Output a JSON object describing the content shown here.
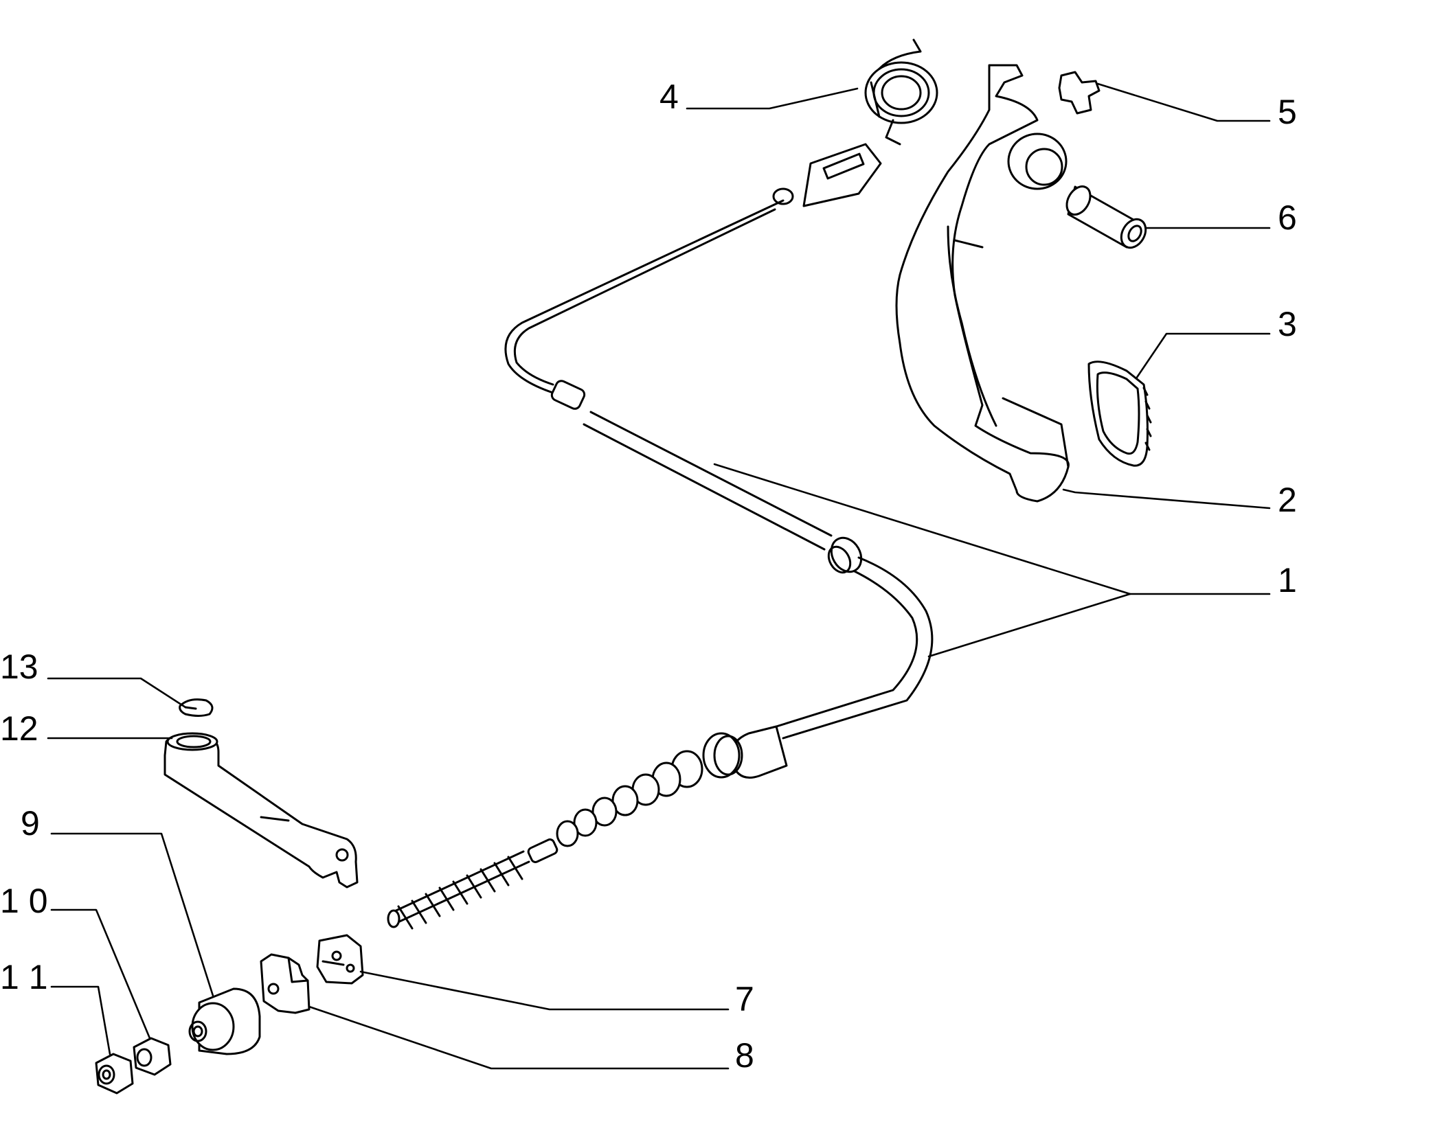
{
  "diagram": {
    "colors": {
      "line": "#000000",
      "background": "#ffffff"
    },
    "callouts": [
      {
        "id": "1",
        "label": "1"
      },
      {
        "id": "2",
        "label": "2"
      },
      {
        "id": "3",
        "label": "3"
      },
      {
        "id": "4",
        "label": "4"
      },
      {
        "id": "5",
        "label": "5"
      },
      {
        "id": "6",
        "label": "6"
      },
      {
        "id": "7",
        "label": "7"
      },
      {
        "id": "8",
        "label": "8"
      },
      {
        "id": "9",
        "label": "9"
      },
      {
        "id": "10",
        "label": "1 0"
      },
      {
        "id": "11",
        "label": "1 1"
      },
      {
        "id": "12",
        "label": "12"
      },
      {
        "id": "13",
        "label": "13"
      }
    ]
  }
}
